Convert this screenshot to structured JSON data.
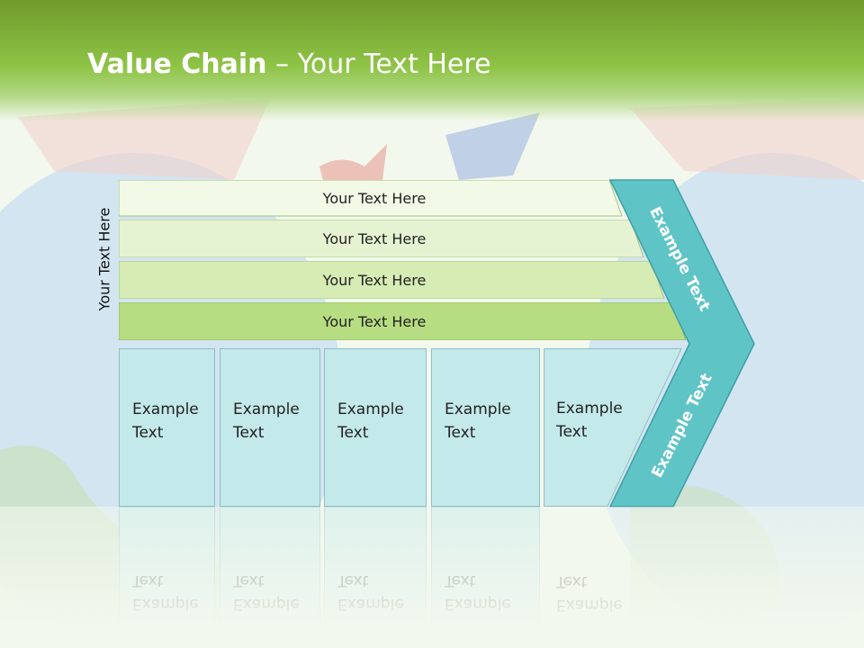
{
  "slide": {
    "title_bold": "Value Chain",
    "title_rest": " – Your Text Here",
    "side_label": "Your Text Here"
  },
  "bars": [
    {
      "label": "Your Text Here",
      "fill": "#f2f9e6"
    },
    {
      "label": "Your Text Here",
      "fill": "#e6f3d2"
    },
    {
      "label": "Your Text Here",
      "fill": "#d7ebb4"
    },
    {
      "label": "Your Text Here",
      "fill": "#b7dd82"
    }
  ],
  "boxes": [
    {
      "line1": "Example",
      "line2": "Text"
    },
    {
      "line1": "Example",
      "line2": "Text"
    },
    {
      "line1": "Example",
      "line2": "Text"
    },
    {
      "line1": "Example",
      "line2": "Text"
    },
    {
      "line1": "Example",
      "line2": "Text"
    }
  ],
  "chevron": {
    "upper_text": "Example Text",
    "lower_text": "Example Text",
    "fill": "#5fc4c6"
  },
  "colors": {
    "header_green": "#8ec446",
    "box_fill": "#c4e9ea",
    "globe_blue": "#d2e5f1"
  }
}
